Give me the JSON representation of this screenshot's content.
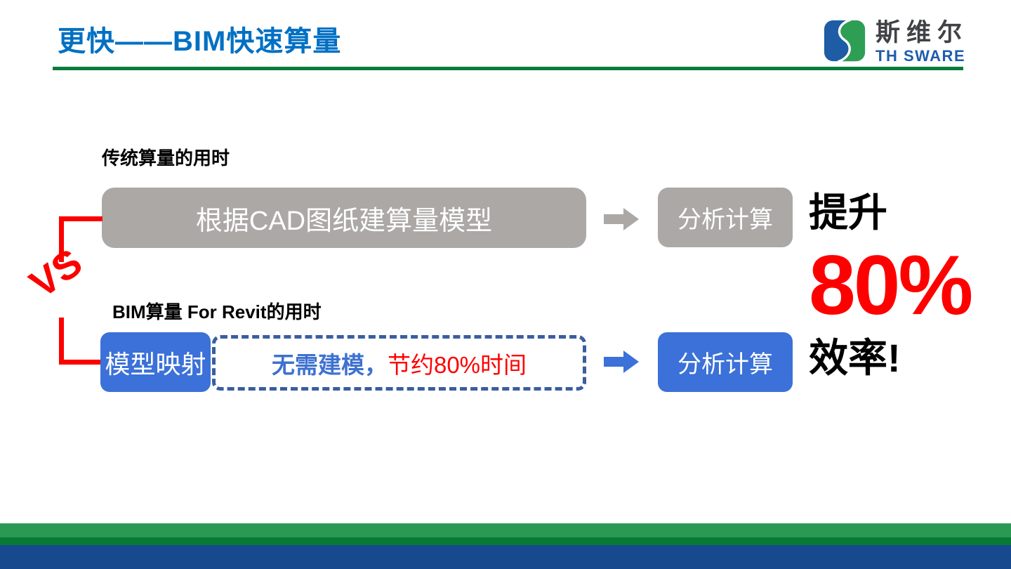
{
  "header": {
    "title": "更快——BIM快速算量"
  },
  "logo": {
    "name_cn": "斯维尔",
    "name_en": "TH SWARE"
  },
  "traditional": {
    "label": "传统算量的用时",
    "step1": "根据CAD图纸建算量模型",
    "step2": "分析计算"
  },
  "bim": {
    "label": "BIM算量 For Revit的用时",
    "step1": "模型映射",
    "note_blue": "无需建模，",
    "note_red": "节约80%时间",
    "step2": "分析计算"
  },
  "comparison": {
    "vs": "VS"
  },
  "result": {
    "line1": "提升",
    "line2": "80%",
    "line3": "效率!"
  },
  "icons": {
    "gray_arrow": "arrow-right-icon",
    "blue_arrow": "arrow-right-icon"
  },
  "colors": {
    "title_blue": "#0070C4",
    "rule_green": "#067B3B",
    "box_gray": "#ABA8A6",
    "box_blue": "#3B71D8",
    "dashed_border_blue": "#3A5E9E",
    "note_text_blue": "#3E71D0",
    "accent_red": "#FF0000",
    "logo_blue": "#1E5CA5",
    "logo_green": "#2F9E55",
    "footer_green": "#2B9854",
    "footer_dark_green": "#077A35",
    "footer_blue": "#17498E"
  }
}
